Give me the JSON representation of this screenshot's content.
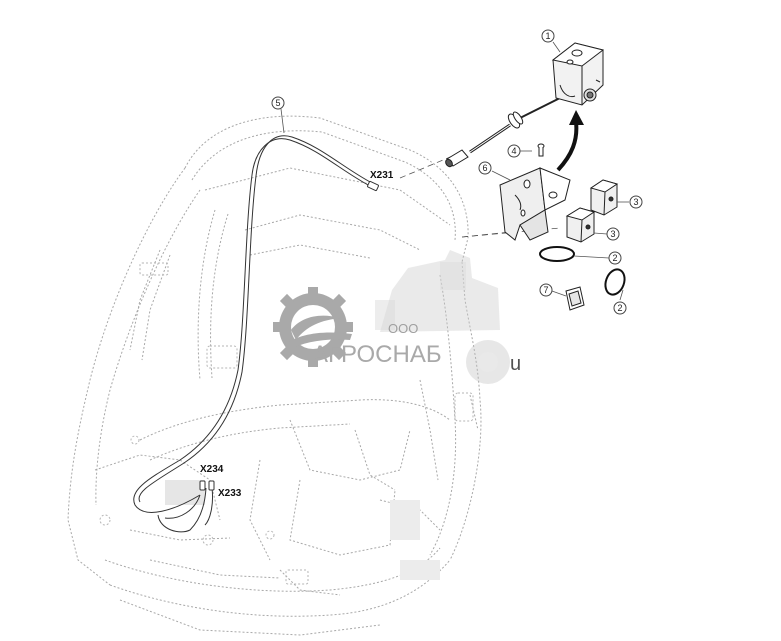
{
  "callouts": {
    "c1": "1",
    "c2a": "2",
    "c2b": "2",
    "c3a": "3",
    "c3b": "3",
    "c4": "4",
    "c5": "5",
    "c6": "6",
    "c7": "7"
  },
  "connectors": {
    "x231": "X231",
    "x234": "X234",
    "x233": "X233"
  },
  "watermark": {
    "prefix": "ООО",
    "name": "АГРОСНАБ",
    "suffix": "u"
  },
  "colors": {
    "line": "#333333",
    "dotted": "#9a9a9a",
    "watermark": "#9b9b9b"
  }
}
